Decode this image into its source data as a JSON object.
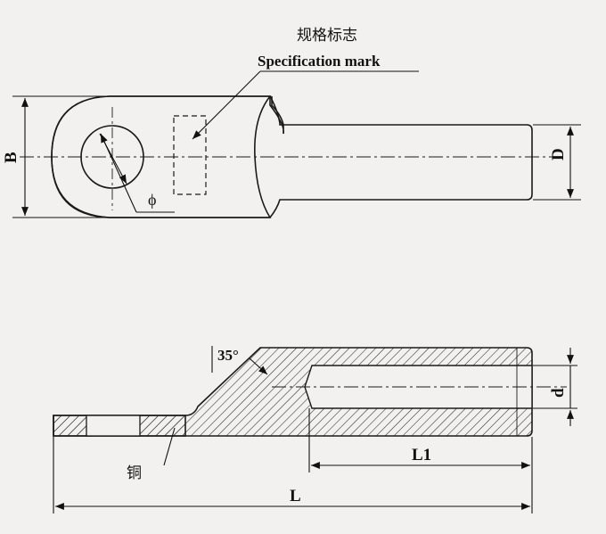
{
  "labels": {
    "spec_mark_cn": "规格标志",
    "spec_mark_en": "Specification mark",
    "B": "B",
    "D": "D",
    "phi": "ϕ",
    "angle": "35°",
    "d": "d",
    "L1": "L1",
    "L": "L",
    "copper": "铜"
  },
  "colors": {
    "line": "#1a1a1a",
    "hatch": "#2a2a2a",
    "background": "#f3f1f0"
  }
}
